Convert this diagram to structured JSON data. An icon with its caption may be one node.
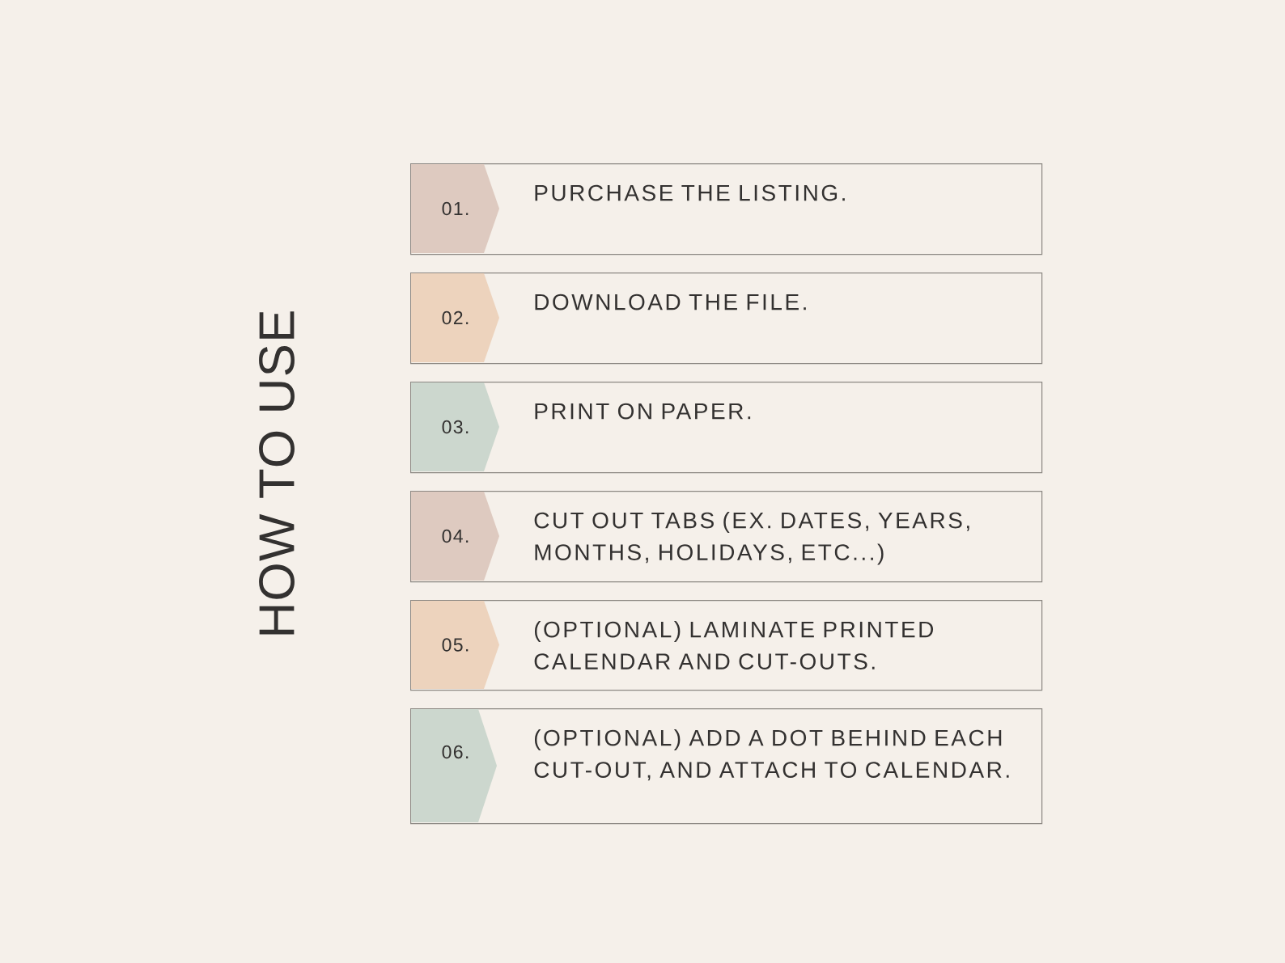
{
  "diagram": {
    "title": "HOW TO USE",
    "nodes": [
      {
        "text": [
          "PURCHASE THE LISTING."
        ]
      },
      {
        "text": [
          "01."
        ],
        "in": 0
      },
      {
        "text": [
          "DOWNLOAD THE FILE."
        ]
      },
      {
        "text": [
          "02."
        ],
        "in": 2
      },
      {
        "text": [
          "PRINT ON PAPER."
        ]
      },
      {
        "text": [
          "03."
        ],
        "in": 4
      },
      {
        "text": [
          "CUT OUT TABS (EX. DATES, YEARS, MONTHS, HOLIDAYS, ETC...)"
        ]
      },
      {
        "text": [
          "04."
        ],
        "in": 6
      },
      {
        "text": [
          "(OPTIONAL) LAMINATE PRINTED CALENDAR AND CUT-OUTS."
        ]
      },
      {
        "text": [
          "05."
        ],
        "in": 8
      },
      {
        "text": [
          "(OPTIONAL) ADD A DOT BEHIND EACH CUT-OUT, AND ATTACH TO CALENDAR."
        ]
      },
      {
        "text": [
          "06."
        ],
        "in": 10
      }
    ]
  }
}
